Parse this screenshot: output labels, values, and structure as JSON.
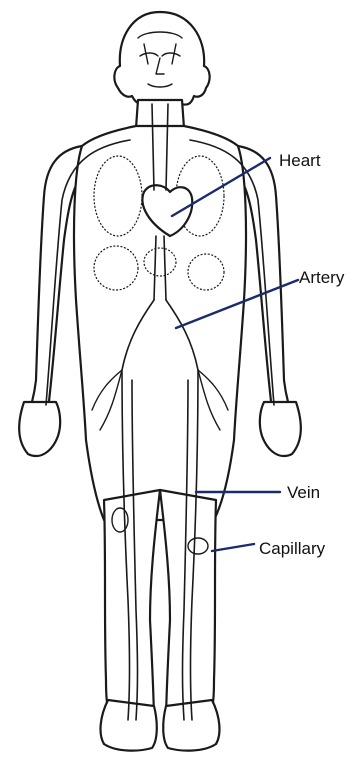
{
  "colors": {
    "outline": "#1a1a1a",
    "leader_line": "#1c2a6e",
    "background": "#ffffff"
  },
  "labels": {
    "heart": "Heart",
    "artery": "Artery",
    "vein": "Vein",
    "capillary": "Capillary"
  }
}
